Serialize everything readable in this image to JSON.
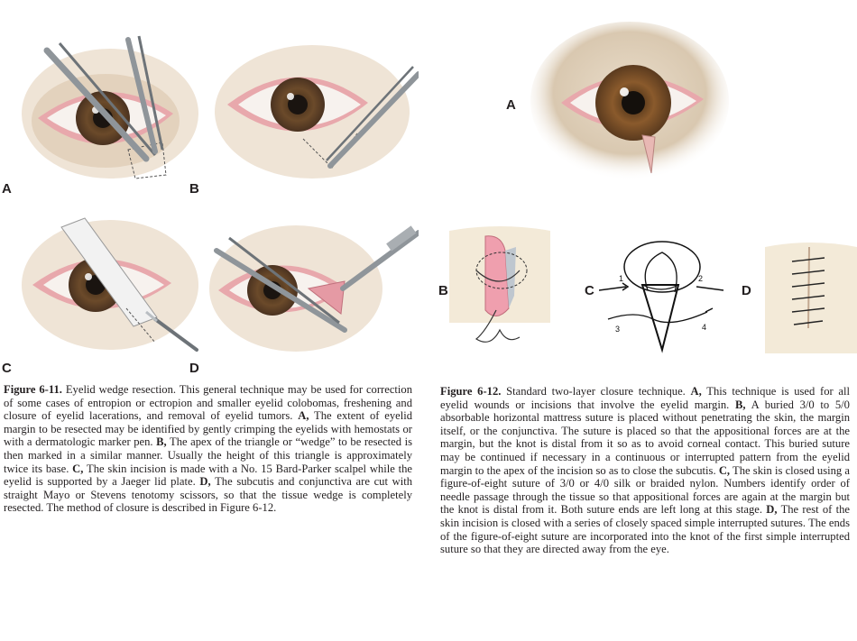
{
  "figure_6_11": {
    "panels": [
      {
        "label": "A"
      },
      {
        "label": "B"
      },
      {
        "label": "C"
      },
      {
        "label": "D"
      }
    ],
    "caption_title": "Figure 6-11.",
    "caption_lead": "Eyelid wedge resection. This general technique may be used for correction of some cases of entropion or ectropion and smaller eyelid colobomas, freshening and closure of eyelid lacerations, and removal of eyelid tumors.",
    "caption_A_label": "A,",
    "caption_A": "The extent of eyelid margin to be resected may be identified by gently crimping the eyelids with hemostats or with a dermatologic marker pen.",
    "caption_B_label": "B,",
    "caption_B": "The apex of the triangle or “wedge” to be resected is then marked in a similar manner. Usually the height of this triangle is approximately twice its base.",
    "caption_C_label": "C,",
    "caption_C": "The skin incision is made with a No. 15 Bard-Parker scalpel while the eyelid is supported by a Jaeger lid plate.",
    "caption_D_label": "D,",
    "caption_D": "The subcutis and conjunctiva are cut with straight Mayo or Stevens tenotomy scissors, so that the tissue wedge is completely resected. The method of closure is described in Figure 6-12."
  },
  "figure_6_12": {
    "panels": [
      {
        "label": "A"
      },
      {
        "label": "B"
      },
      {
        "label": "C"
      },
      {
        "label": "D"
      }
    ],
    "caption_title": "Figure 6-12.",
    "caption_lead": "Standard two-layer closure technique.",
    "caption_A_label": "A,",
    "caption_A": "This technique is used for all eyelid wounds or incisions that involve the eyelid margin.",
    "caption_B_label": "B,",
    "caption_B": "A buried 3/0 to 5/0 absorbable horizontal mattress suture is placed without penetrating the skin, the margin itself, or the conjunctiva. The suture is placed so that the appositional forces are at the margin, but the knot is distal from it so as to avoid corneal contact. This buried suture may be continued if necessary in a continuous or interrupted pattern from the eyelid margin to the apex of the incision so as to close the subcutis.",
    "caption_C_label": "C,",
    "caption_C": "The skin is closed using a figure-of-eight suture of 3/0 or 4/0 silk or braided nylon. Numbers identify order of needle passage through the tissue so that appositional forces are again at the margin but the knot is distal from it. Both suture ends are left long at this stage.",
    "caption_D_label": "D,",
    "caption_D": "The rest of the skin incision is closed with a series of closely spaced simple interrupted sutures. The ends of the figure-of-eight suture are incorporated into the knot of the first simple interrupted suture so that they are directed away from the eye.",
    "diagram_numbers": [
      "1",
      "2",
      "3",
      "4"
    ]
  },
  "colors": {
    "iris": "#6b4a2a",
    "pupil": "#1a1410",
    "conjunctiva": "#e8a8ac",
    "skin": "#f1e6da",
    "fur": "#d9c8b0",
    "steel": "#8f959a",
    "text": "#231f20"
  }
}
